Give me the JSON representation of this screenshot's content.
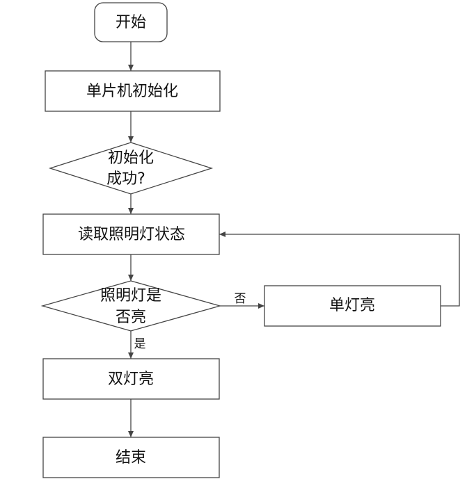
{
  "nodes": {
    "start": "开始",
    "init": "单片机初始化",
    "init_ok_line1": "初始化",
    "init_ok_line2": "成功?",
    "read_light": "读取照明灯状态",
    "light_on_line1": "照明灯是",
    "light_on_line2": "否亮",
    "single_light": "单灯亮",
    "double_light": "双灯亮",
    "end": "结束"
  },
  "edges": {
    "no_label": "否",
    "yes_label": "是"
  },
  "colors": {
    "stroke": "#444444",
    "text": "#111111",
    "background": "#ffffff"
  }
}
